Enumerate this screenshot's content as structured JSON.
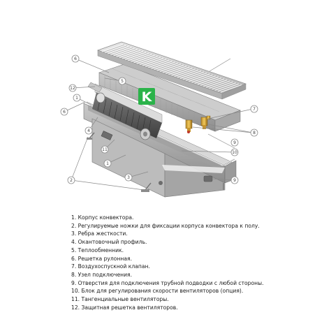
{
  "logo": {
    "letter": "K",
    "color": "#2bb34a"
  },
  "callouts": [
    {
      "id": "callout-6-top",
      "label": "6"
    },
    {
      "id": "callout-5",
      "label": "5"
    },
    {
      "id": "callout-12",
      "label": "12"
    },
    {
      "id": "callout-1-left",
      "label": "1"
    },
    {
      "id": "callout-6-left",
      "label": "6"
    },
    {
      "id": "callout-7",
      "label": "7"
    },
    {
      "id": "callout-8",
      "label": "8"
    },
    {
      "id": "callout-4",
      "label": "4"
    },
    {
      "id": "callout-11",
      "label": "11"
    },
    {
      "id": "callout-10",
      "label": "10"
    },
    {
      "id": "callout-9",
      "label": "9"
    },
    {
      "id": "callout-1-bottom",
      "label": "1"
    },
    {
      "id": "callout-3",
      "label": "3"
    },
    {
      "id": "callout-2",
      "label": "2"
    },
    {
      "id": "callout-9-bottom",
      "label": "9"
    }
  ],
  "legend": [
    "1. Корпус  конвектора.",
    "2. Регулируемые ножки для фиксации корпуса конвектора к полу.",
    "3. Ребра жесткости.",
    "4. Окантовочный профиль.",
    "5. Теплообменник.",
    "6. Решетка рулонная.",
    "7. Воздухоспускной клапан.",
    "8. Узел подключения.",
    "9. Отверстия для подключения трубной подводки с любой стороны.",
    "10. Блок для регулирования скорости вентиляторов (опция).",
    "11. Тангенциальные вентиляторы.",
    "12. Защитная решетка вентиляторов."
  ]
}
